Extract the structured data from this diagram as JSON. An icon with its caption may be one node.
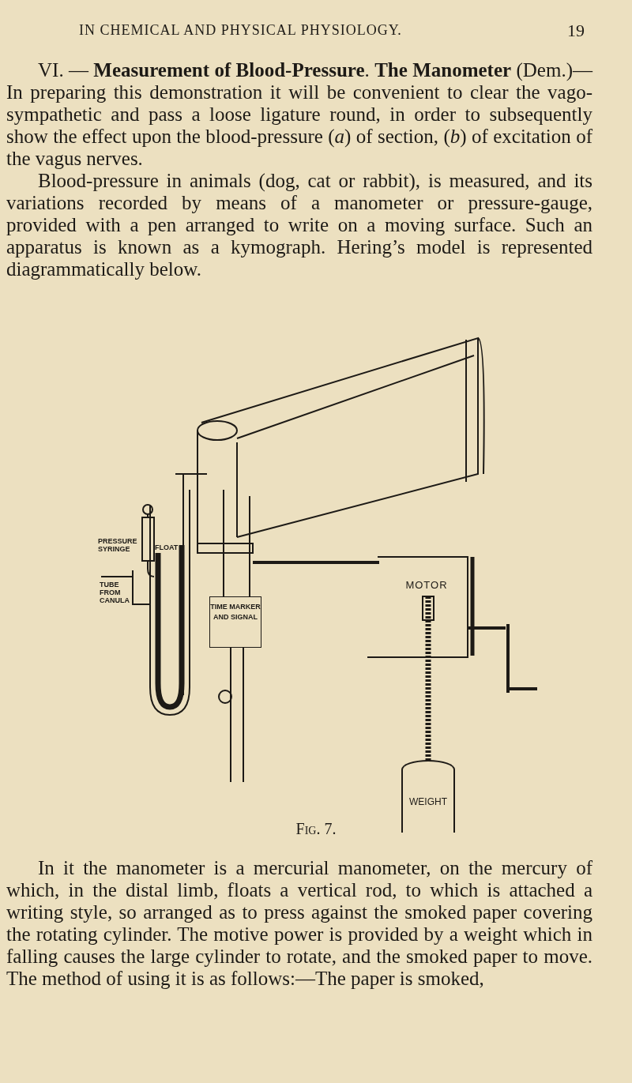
{
  "diagram": {
    "caption": "Fig. 7.",
    "nodes": [
      {
        "text": [
          "TIME MARKER AND SIGNAL"
        ]
      },
      {
        "text": [
          "MOTOR"
        ]
      },
      {
        "text": [
          "WEIGHT"
        ]
      }
    ],
    "labels": [
      "IN CHEMICAL AND PHYSICAL PHYSIOLOGY.",
      "19",
      "VI. — **Measurement of Blood-Pressure**. **The Manometer** (Dem.)—In preparing this demonstration it will be convenient to clear the vago-sympathetic and pass a loose ligature round, in order to subsequently show the effect upon the blood-pressure (*a*) of section, (*b*) of excitation of the vagus nerves.",
      "Blood-pressure in animals (dog, cat or rabbit), is measured, and its variations recorded by means of a manometer or pressure-gauge, provided with a pen arranged to write on a moving surface. Such an apparatus is known as a kymograph. Hering’s model is represented diagrammatically below.",
      "PRESSURE SYRINGE",
      "FLOAT",
      "TUBE FROM CANULA",
      "In it the manometer is a mercurial manometer, on the mercury of which, in the distal limb, floats a vertical rod, to which is attached a writing style, so arranged as to press against the smoked paper covering the rotating cylinder. The motive power is provided by a weight which in falling causes the large cylinder to rotate, and the smoked paper to move. The method of using it is as follows:—The paper is smoked,"
    ]
  }
}
